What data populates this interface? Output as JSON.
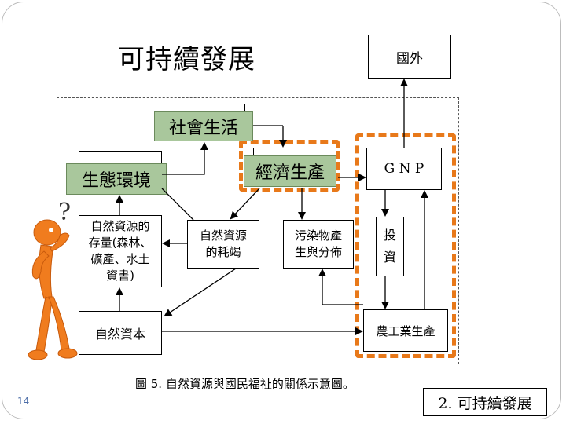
{
  "slide": {
    "title": "可持續發展",
    "page_number": "14",
    "footer_label": "2. 可持續發展",
    "caption": "圖 5. 自然資源與國民福祉的關係示意圖。"
  },
  "nodes": {
    "foreign": "國外",
    "social_life": "社會生活",
    "ecological_environment": "生態環境",
    "economic_production": "經濟生產",
    "gnp": "G N P",
    "natural_resource_stock": "自然資源的\n存量(森林、\n礦產、水土\n資書)",
    "natural_resource_consumption": "自然資源\n的耗竭",
    "pollutant_production": "污染物產\n生與分佈",
    "investment": "投\n資",
    "natural_capital": "自然資本",
    "agri_industrial_production": "農工業生產"
  },
  "colors": {
    "highlight_orange": "#e8791a",
    "label_green": "#a9c79c",
    "figure_orange": "#f07c1e"
  },
  "icons": {
    "thinking_figure": "thinking-person-icon",
    "question_mark": "question-mark-icon"
  }
}
